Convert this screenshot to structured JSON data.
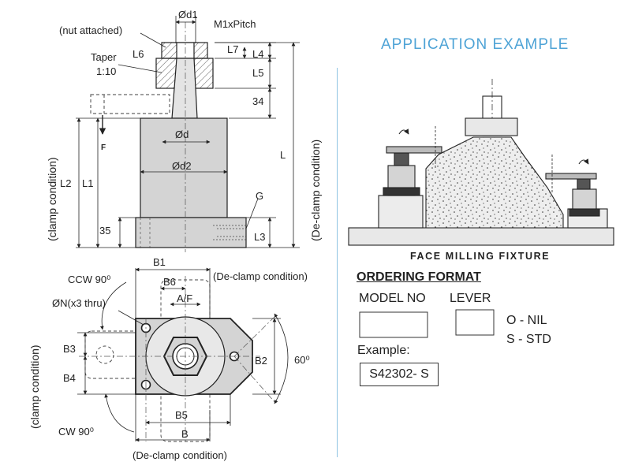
{
  "top_view": {
    "d1": "Ød1",
    "pitch": "M1xPitch",
    "nut": "(nut attached)",
    "taper_1": "Taper",
    "taper_2": "1:10",
    "L6": "L6",
    "L7": "L7",
    "L4": "L4",
    "L5": "L5",
    "dim34": "34",
    "F": "F",
    "d": "Ød",
    "d2": "Ød2",
    "L": "L",
    "L2": "L2",
    "L1": "L1",
    "G": "G",
    "dim35": "35",
    "L3": "L3",
    "clamp": "(clamp condition)",
    "declamp": "(De-clamp condition)"
  },
  "plan_view": {
    "B1": "B1",
    "B6": "B6",
    "AF": "A/F",
    "declamp_top": "(De-clamp condition)",
    "ccw": "CCW 90⁰",
    "N": "ØN(x3 thru)",
    "B3": "B3",
    "B4": "B4",
    "B2": "B2",
    "angle": "60⁰",
    "B5": "B5",
    "B": "B",
    "cw": "CW 90⁰",
    "declamp_bottom": "(De-clamp condition)",
    "clamp": "(clamp condition)"
  },
  "application": {
    "title": "APPLICATION EXAMPLE",
    "caption": "FACE MILLING  FIXTURE"
  },
  "ordering": {
    "title": "ORDERING FORMAT",
    "model_label": "MODEL NO",
    "lever_label": "LEVER",
    "opt1": "O - NIL",
    "opt2": "S - STD",
    "example_label": "Example:",
    "example_value": "S42302- S"
  },
  "colors": {
    "body_fill": "#d4d4d4",
    "line": "#222222",
    "accent": "#4ea3d6"
  }
}
